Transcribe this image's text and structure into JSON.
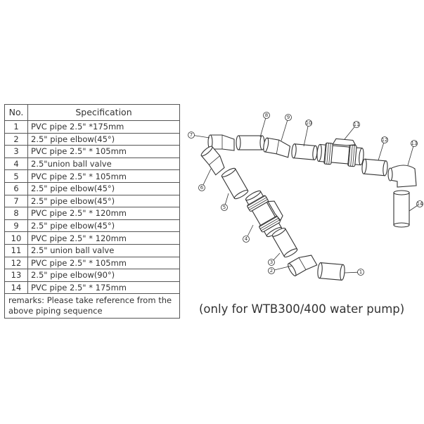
{
  "table": {
    "headers": {
      "no": "No.",
      "spec": "Specification"
    },
    "rows": [
      {
        "no": "1",
        "spec": "PVC pipe 2.5\" *175mm"
      },
      {
        "no": "2",
        "spec": "2.5\" pipe elbow(45°)"
      },
      {
        "no": "3",
        "spec": "PVC pipe 2.5\" * 105mm"
      },
      {
        "no": "4",
        "spec": "2.5\"union ball valve"
      },
      {
        "no": "5",
        "spec": "PVC pipe 2.5\" * 105mm"
      },
      {
        "no": "6",
        "spec": "2.5\" pipe elbow(45°)"
      },
      {
        "no": "7",
        "spec": "2.5\" pipe elbow(45°)"
      },
      {
        "no": "8",
        "spec": "PVC pipe 2.5\" * 120mm"
      },
      {
        "no": "9",
        "spec": "2.5\" pipe elbow(45°)"
      },
      {
        "no": "10",
        "spec": "PVC pipe 2.5\" * 120mm"
      },
      {
        "no": "11",
        "spec": "2.5\" union ball valve"
      },
      {
        "no": "12",
        "spec": "PVC pipe 2.5\" * 105mm"
      },
      {
        "no": "13",
        "spec": "2.5\" pipe elbow(90°)"
      },
      {
        "no": "14",
        "spec": "PVC pipe 2.5\" * 175mm"
      }
    ],
    "remarks": "remarks:  Please take reference from the above piping sequence"
  },
  "diagram": {
    "labels": [
      "1",
      "2",
      "3",
      "4",
      "5",
      "6",
      "7",
      "8",
      "9",
      "10",
      "11",
      "12",
      "13",
      "14"
    ]
  },
  "caption": "(only for WTB300/400 water pump)"
}
